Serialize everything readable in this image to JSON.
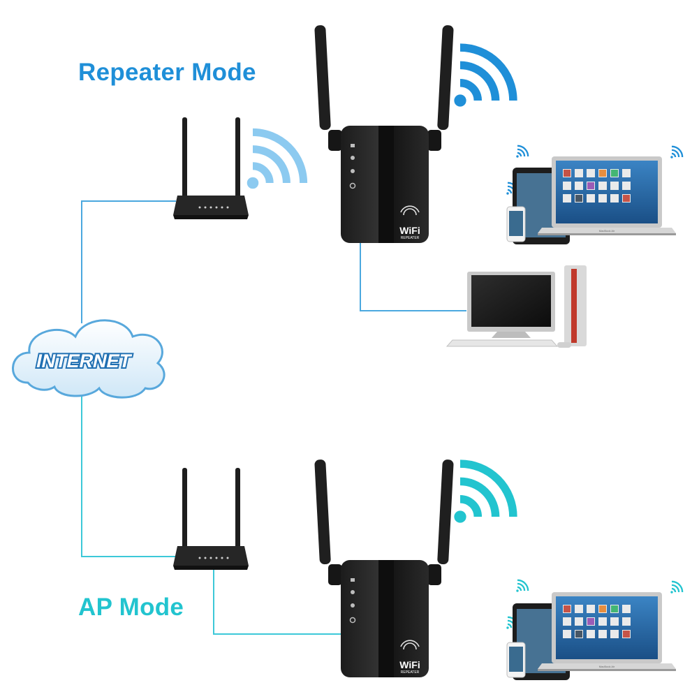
{
  "titles": {
    "repeater_mode": "Repeater Mode",
    "ap_mode": "AP Mode"
  },
  "cloud": {
    "label": "INTERNET"
  },
  "repeater_device": {
    "brand_line1": "WiFi",
    "brand_line2": "REPEATER"
  },
  "laptop": {
    "brand": "MacBook Air"
  },
  "colors": {
    "repeater_accent": "#1f8fd8",
    "repeater_light": "#8ccaf0",
    "ap_accent": "#22c4cf",
    "cable_blue": "#4aa8df",
    "cable_cyan": "#3cc8d8",
    "device_black": "#222222",
    "cloud_fill": "#e6f3fb",
    "cloud_stroke": "#58a8dc"
  },
  "icons": {
    "wifi_signal": "wifi-signal-icon",
    "router": "router-icon",
    "repeater": "wifi-repeater-icon",
    "cloud": "cloud-icon",
    "laptop": "laptop-icon",
    "tablet": "tablet-icon",
    "phone": "phone-icon",
    "desktop": "desktop-computer-icon"
  }
}
